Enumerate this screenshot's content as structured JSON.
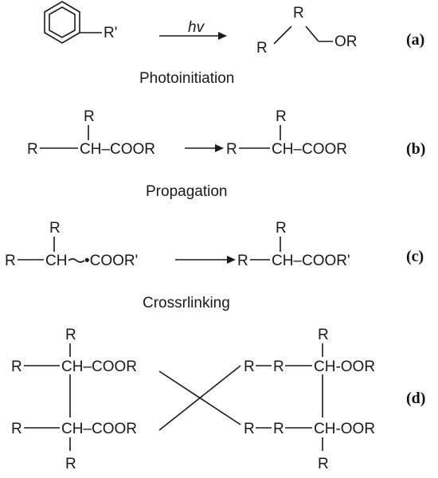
{
  "a": {
    "r1": "R'",
    "hv": "hv",
    "p_r_top": "R",
    "p_r_left": "R",
    "p_or": "OR",
    "label": "(a)"
  },
  "cap_a": "Photoinitiation",
  "b": {
    "r_top1": "R",
    "r_left1": "R",
    "chain1": "CH–COOR",
    "r_top2": "R",
    "r_left2": "R",
    "chain2": "CH–COOR",
    "label": "(b)"
  },
  "cap_b": "Propagation",
  "c": {
    "r_top1": "R",
    "r_left1": "R",
    "ch1": "CH",
    "coor1": "•COOR'",
    "r_top2": "R",
    "r_left2": "R",
    "chain2": "CH–COOR'",
    "label": "(c)"
  },
  "cap_c": "Crossrlinking",
  "d": {
    "l_top_r": "R",
    "l_left1": "R",
    "l_chain1": "CH–COOR",
    "l_left2": "R",
    "l_chain2": "CH–COOR",
    "l_bot_r": "R",
    "r_top_r": "R",
    "r_row1_a": "R",
    "r_row1_b": "R",
    "r_chain1": "CH-OOR",
    "r_row2_a": "R",
    "r_row2_b": "R",
    "r_chain2": "CH-OOR",
    "r_bot_r": "R",
    "label": "(d)"
  }
}
